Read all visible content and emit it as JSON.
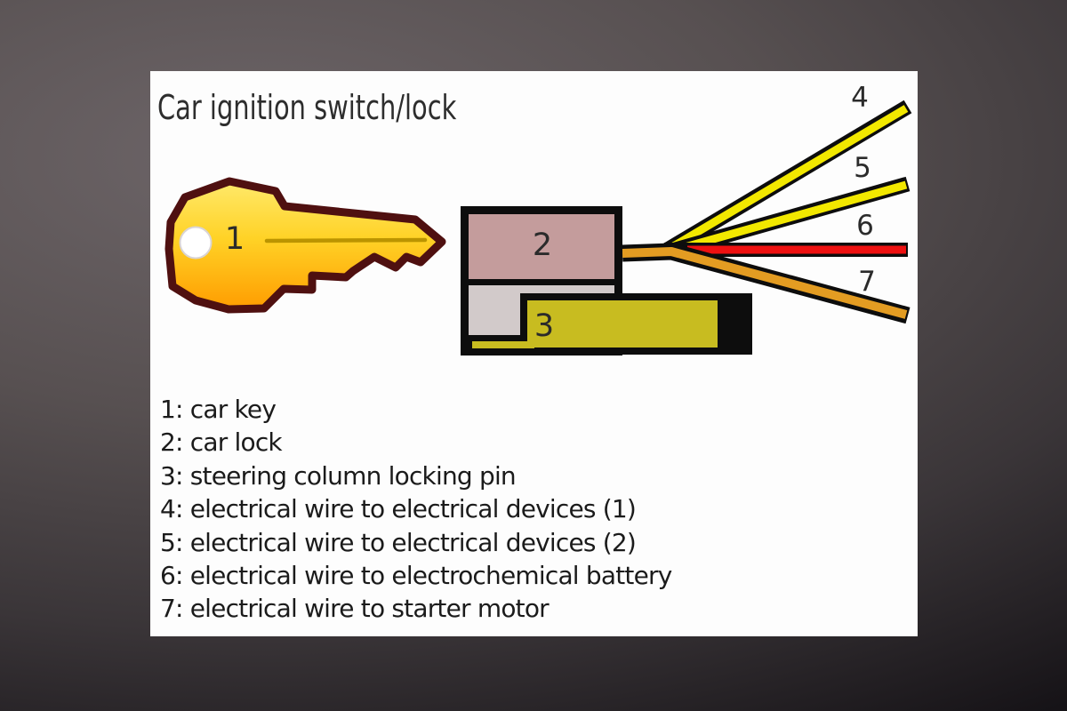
{
  "panel": {
    "title": "Car ignition switch/lock"
  },
  "diagram": {
    "labels": [
      "1",
      "2",
      "3",
      "4",
      "5",
      "6",
      "7"
    ]
  },
  "legend": {
    "items": [
      "1: car key",
      "2: car lock",
      "3: steering column locking pin",
      "4: electrical wire to electrical devices (1)",
      "5: electrical wire to electrical devices (2)",
      "6: electrical wire to electrochemical battery",
      "7: electrical wire to starter motor"
    ]
  },
  "colors": {
    "bg-light": "#6d6568",
    "bg-dark": "#161317",
    "panel-bg": "#fdfdfd",
    "title-text": "#2d2d2d",
    "legend-text": "#1b1b1b",
    "diagram-label": "#2b2b2b",
    "outline-black": "#0d0d0d",
    "key-outline": "#4f1010",
    "key-top": "#ffe96a",
    "key-mid": "#ffd226",
    "key-bottom": "#ff9c00",
    "key-groove": "#bb9400",
    "lock-cylinder": "#c49c9c",
    "lock-housing": "#d2caca",
    "locking-pin": "#c8bc20",
    "wire-yellow": "#f2e800",
    "wire-red": "#ee1111",
    "wire-orange": "#e39c22"
  }
}
